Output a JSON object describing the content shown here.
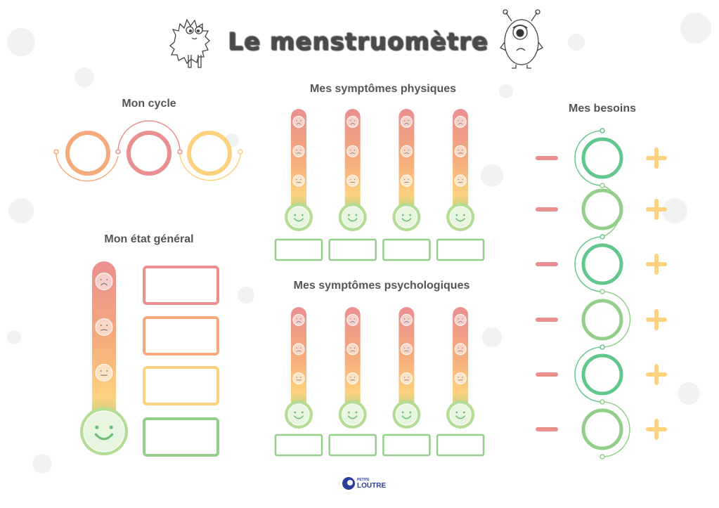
{
  "title": "Le menstruomètre",
  "sections": {
    "cycle": "Mon cycle",
    "general": "Mon état général",
    "physical": "Mes symptômes physiques",
    "psychological": "Mes symptômes psychologiques",
    "needs": "Mes besoins"
  },
  "logo": {
    "line1": "PETITE",
    "line2": "LOUTRE"
  },
  "colors": {
    "red": "#ea8f90",
    "orange": "#f5aa7c",
    "yellow": "#fdd27f",
    "green": "#93cf8a",
    "teal": "#62c78c",
    "minus": "#ea8f90",
    "plus": "#fdd27f"
  },
  "cycle_circles": [
    "orange",
    "red",
    "yellow"
  ],
  "general_boxes": [
    "red",
    "orange",
    "yellow",
    "green"
  ],
  "physical_count": 4,
  "psychological_count": 4,
  "needs_rows": 6,
  "icons": {
    "face_levels": [
      "sad-face-icon",
      "frown-face-icon",
      "neutral-face-icon",
      "smile-face-icon"
    ],
    "minus": "minus-icon",
    "plus": "plus-icon"
  }
}
